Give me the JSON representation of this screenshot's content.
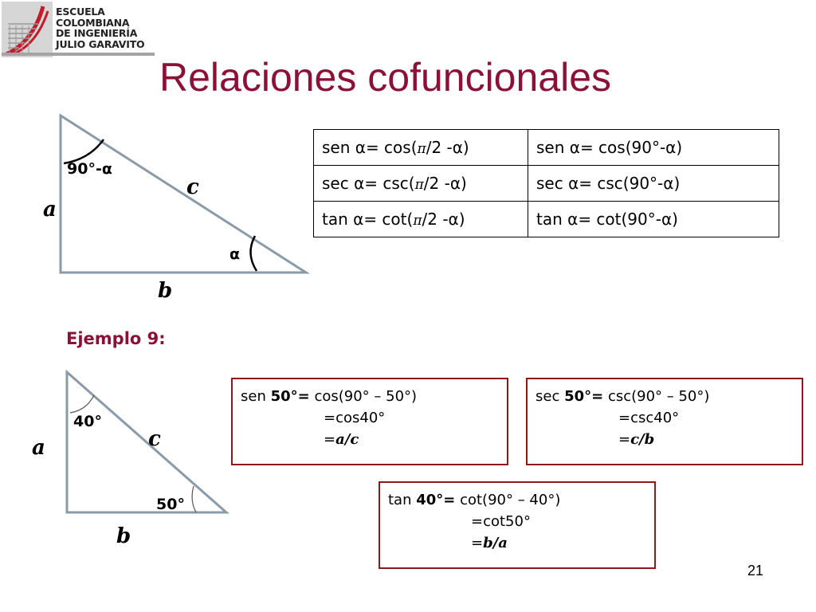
{
  "logo": {
    "lines": [
      "ESCUELA",
      "COLOMBIANA",
      "DE INGENIERÍA",
      "JULIO GARAVITO"
    ]
  },
  "title": "Relaciones cofuncionales",
  "triangle1": {
    "side_a": "a",
    "side_b": "b",
    "side_c": "c",
    "angle_top": "90°-α",
    "angle_bottom": "α"
  },
  "identity_table": {
    "rows": [
      {
        "left_prefix": "sen α= cos(",
        "left_pi": "π",
        "left_suffix": "/2 -α)",
        "right": "sen α= cos(90°-α)"
      },
      {
        "left_prefix": "sec α= csc(",
        "left_pi": "π",
        "left_suffix": "/2 -α)",
        "right": "sec α= csc(90°-α)"
      },
      {
        "left_prefix": "tan α= cot(",
        "left_pi": "π",
        "left_suffix": "/2 -α)",
        "right": "tan α= cot(90°-α)"
      }
    ]
  },
  "example_label": "Ejemplo 9:",
  "triangle2": {
    "side_a": "a",
    "side_b": "b",
    "side_c": "c",
    "angle_top": "40°",
    "angle_bottom": "50°"
  },
  "box1": {
    "fn": "sen ",
    "arg": "50°=",
    "rest": " cos(90° – 50°)",
    "line2": "=cos40°",
    "line3_eq": "=",
    "line3_frac": "a/c"
  },
  "box2": {
    "fn": "sec ",
    "arg": "50°=",
    "rest": " csc(90° – 50°)",
    "line2": "=csc40°",
    "line3_eq": "=",
    "line3_frac": "c/b"
  },
  "box3": {
    "fn": "tan ",
    "arg": "40°=",
    "rest": " cot(90° – 40°)",
    "line2": "=cot50°",
    "line3_eq": "=",
    "line3_frac": "b/a"
  },
  "page_number": "21",
  "colors": {
    "title": "#8b1136",
    "box_border": "#8b1a1a",
    "triangle_stroke": "#8a9aa8"
  }
}
